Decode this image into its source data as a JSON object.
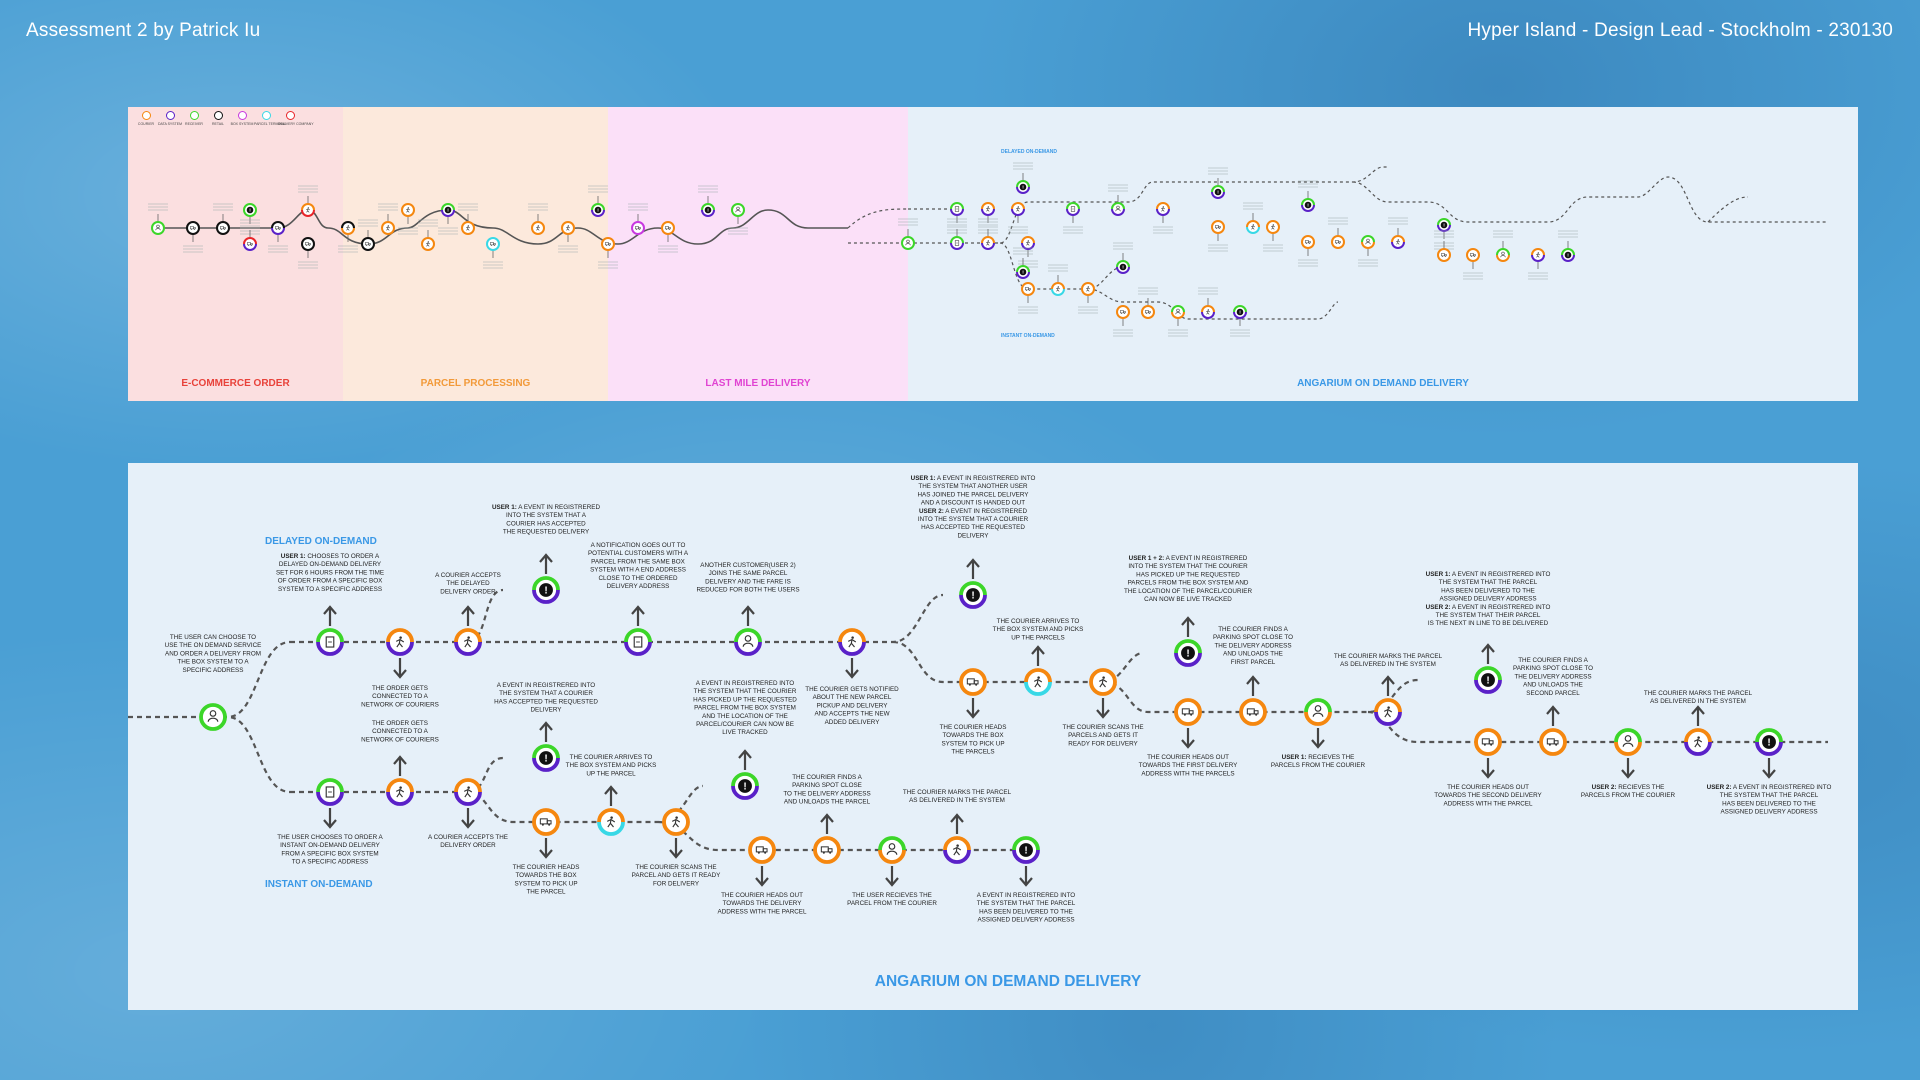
{
  "header": {
    "left_title": "Assessment 2 by Patrick Iu",
    "right_title": "Hyper Island - Design Lead - Stockholm - 230130"
  },
  "colors": {
    "background": "#4a9fd4",
    "panel": "#e6f0f9",
    "ecommerce_zone": "#fbdfe0",
    "parcel_zone": "#fce9dc",
    "lastmile_zone": "#fbe0f8",
    "angarium_zone": "#e6f0f9",
    "user_green": "#3cd629",
    "system_purple": "#5a21c8",
    "courier_orange": "#f5870f",
    "parcel_cyan": "#38d8e6",
    "delivery_red": "#e8252a",
    "retailer_black": "#111111",
    "title_blue": "#3a98e6"
  },
  "overview": {
    "zones": [
      {
        "title": "E-COMMERCE ORDER",
        "color": "#e8423a"
      },
      {
        "title": "PARCEL PROCESSING",
        "color": "#f29a3a"
      },
      {
        "title": "LAST MILE DELIVERY",
        "color": "#e043d2"
      },
      {
        "title": "ANGARIUM ON DEMAND DELIVERY",
        "color": "#3a98e6"
      }
    ],
    "legend": [
      {
        "label": "COURIER",
        "color": "#f5870f"
      },
      {
        "label": "DATA SYSTEM",
        "color": "#5a21c8"
      },
      {
        "label": "RECEIVER",
        "color": "#3cd629"
      },
      {
        "label": "RETAIL",
        "color": "#111111"
      },
      {
        "label": "BOX SYSTEM",
        "color": "#c839e0"
      },
      {
        "label": "PARCEL TERMINAL",
        "color": "#38d8e6"
      },
      {
        "label": "DELIVERY COMPANY",
        "color": "#e8252a"
      }
    ],
    "labels": {
      "delayed": "DELAYED ON-DEMAND",
      "instant": "INSTANT ON-DEMAND"
    }
  },
  "detail": {
    "title": "ANGARIUM ON DEMAND DELIVERY",
    "section_delayed": "DELAYED ON-DEMAND",
    "section_instant": "INSTANT ON-DEMAND",
    "notes": {
      "start": [
        "THE USER CAN CHOOSE TO",
        "USE THE ON DEMAND SERVICE",
        "AND ORDER A DELIVERY FROM",
        "THE BOX SYSTEM TO A",
        "SPECIFIC ADDRESS"
      ],
      "d_order": [
        "USER 1: CHOOSES TO ORDER A",
        "DELAYED ON-DEMAND DELIVERY",
        "SET FOR 6 HOURS FROM THE TIME",
        "OF ORDER FROM A SPECIFIC BOX",
        "SYSTEM TO A SPECIFIC ADDRESS"
      ],
      "d_network": [
        "THE ORDER GETS",
        "CONNECTED TO A",
        "NETWORK OF COURIERS"
      ],
      "d_accept": [
        "A COURIER ACCEPTS",
        "THE DELAYED",
        "DELIVERY ORDER"
      ],
      "d_event1": [
        "USER 1: A EVENT IN REGISTRERED",
        "INTO THE SYSTEM THAT A",
        "COURIER HAS ACCEPTED",
        "THE REQUESTED DELIVERY"
      ],
      "d_notify": [
        "A NOTIFICATION GOES OUT TO",
        "POTENTIAL CUSTOMERS WITH A",
        "PARCEL FROM THE SAME BOX",
        "SYSTEM WITH A END ADDRESS",
        "CLOSE TO THE ORDERED",
        "DELIVERY ADDRESS"
      ],
      "d_join": [
        "ANOTHER CUSTOMER(USER 2)",
        "JOINS THE SAME PARCEL",
        "DELIVERY AND THE FARE IS",
        "REDUCED FOR BOTH THE USERS"
      ],
      "d_notified": [
        "THE COURIER GETS NOTIFIED",
        "ABOUT THE NEW PARCEL",
        "PICKUP AND DELIVERY",
        "AND ACCEPTS THE NEW",
        "ADDED DELIVERY"
      ],
      "d_event2": [
        "USER 1: A EVENT IN REGISTRERED INTO",
        "THE SYSTEM THAT ANOTHER USER",
        "HAS JOINED THE PARCEL DELIVERY",
        "AND A DISCOUNT IS HANDED OUT",
        "USER 2: A EVENT IN REGISTRERED",
        "INTO THE SYSTEM THAT A COURIER",
        "HAS ACCEPTED THE REQUESTED",
        "DELIVERY"
      ],
      "d_heads": [
        "THE COURIER HEADS",
        "TOWARDS THE BOX",
        "SYSTEM TO PICK UP",
        "THE PARCELS"
      ],
      "d_arrives": [
        "THE COURIER ARRIVES TO",
        "THE BOX SYSTEM AND PICKS",
        "UP THE PARCELS"
      ],
      "d_scans": [
        "THE COURIER SCANS THE",
        "PARCELS AND GETS IT",
        "READY FOR DELIVERY"
      ],
      "d_event3": [
        "USER 1 + 2: A EVENT IN REGISTRERED",
        "INTO THE SYSTEM THAT THE COURIER",
        "HAS PICKED UP THE REQUESTED",
        "PARCELS FROM THE BOX SYSTEM AND",
        "THE LOCATION OF THE PARCEL/COURIER",
        "CAN NOW BE LIVE TRACKED"
      ],
      "d_first": [
        "THE COURIER HEADS OUT",
        "TOWARDS THE FIRST DELIVERY",
        "ADDRESS WITH THE PARCELS"
      ],
      "d_parking1": [
        "THE COURIER FINDS A",
        "PARKING SPOT CLOSE TO",
        "THE DELIVERY ADDRESS",
        "AND UNLOADS THE",
        "FIRST PARCEL"
      ],
      "d_recv1": [
        "USER 1: RECIEVES THE",
        "PARCELS FROM THE COURIER"
      ],
      "d_mark1": [
        "THE COURIER MARKS THE PARCEL",
        "AS DELIVERED IN THE SYSTEM"
      ],
      "d_event4": [
        "USER 1: A EVENT IN REGISTRERED INTO",
        "THE SYSTEM THAT THE PARCEL",
        "HAS BEEN DELIVERED TO THE",
        "ASSIGNED DELIVERY ADDRESS",
        "USER 2: A EVENT IN REGISTRERED INTO",
        "THE SYSTEM THAT THEIR PARCEL",
        "IS THE NEXT IN LINE TO BE DELIVERED"
      ],
      "d_second": [
        "THE COURIER HEADS OUT",
        "TOWARDS THE SECOND DELIVERY",
        "ADDRESS WITH THE PARCEL"
      ],
      "d_parking2": [
        "THE COURIER FINDS A",
        "PARKING SPOT CLOSE TO",
        "THE DELIVERY ADDRESS",
        "AND UNLOADS THE",
        "SECOND PARCEL"
      ],
      "d_recv2": [
        "USER 2: RECIEVES THE",
        "PARCELS FROM THE COURIER"
      ],
      "d_mark2": [
        "THE COURIER MARKS THE PARCEL",
        "AS DELIVERED IN THE SYSTEM"
      ],
      "d_event5": [
        "USER 2: A EVENT IN REGISTRERED INTO",
        "THE SYSTEM THAT THE PARCEL",
        "HAS BEEN DELIVERED TO THE",
        "ASSIGNED DELIVERY ADDRESS"
      ],
      "i_order": [
        "THE USER CHOOSES TO ORDER A",
        "INSTANT ON-DEMAND DELIVERY",
        "FROM A SPECIFIC BOX SYSTEM",
        "TO A SPECIFIC ADDRESS"
      ],
      "i_network": [
        "THE ORDER GETS",
        "CONNECTED TO A",
        "NETWORK OF COURIERS"
      ],
      "i_accept": [
        "A COURIER ACCEPTS THE",
        "DELIVERY ORDER"
      ],
      "i_event1": [
        "A EVENT IN REGISTRERED INTO",
        "THE SYSTEM THAT A COURIER",
        "HAS ACCEPTED THE REQUESTED",
        "DELIVERY"
      ],
      "i_heads": [
        "THE COURIER HEADS",
        "TOWARDS THE BOX",
        "SYSTEM TO PICK UP",
        "THE PARCEL"
      ],
      "i_arrives": [
        "THE COURIER ARRIVES TO",
        "THE BOX SYSTEM AND PICKS",
        "UP THE PARCEL"
      ],
      "i_scans": [
        "THE COURIER SCANS THE",
        "PARCEL AND GETS IT READY",
        "FOR DELIVERY"
      ],
      "i_event2": [
        "A EVENT IN REGISTRERED INTO",
        "THE SYSTEM THAT THE COURIER",
        "HAS PICKED UP THE REQUESTED",
        "PARCEL FROM THE BOX SYSTEM",
        "AND THE LOCATION OF THE",
        "PARCEL/COURIER CAN NOW BE",
        "LIVE TRACKED"
      ],
      "i_out": [
        "THE COURIER HEADS OUT",
        "TOWARDS THE DELIVERY",
        "ADDRESS WITH THE PARCEL"
      ],
      "i_parking": [
        "THE COURIER FINDS A",
        "PARKING SPOT CLOSE",
        "TO THE DELIVERY ADDRESS",
        "AND UNLOADS THE PARCEL"
      ],
      "i_recv": [
        "THE USER RECIEVES THE",
        "PARCEL FROM THE COURIER"
      ],
      "i_mark": [
        "THE COURIER MARKS THE PARCEL",
        "AS DELIVERED IN THE SYSTEM"
      ],
      "i_event3": [
        "A EVENT IN REGISTRERED INTO",
        "THE SYSTEM THAT THE PARCEL",
        "HAS BEEN DELIVERED TO THE",
        "ASSIGNED DELIVERY ADDRESS"
      ]
    }
  }
}
